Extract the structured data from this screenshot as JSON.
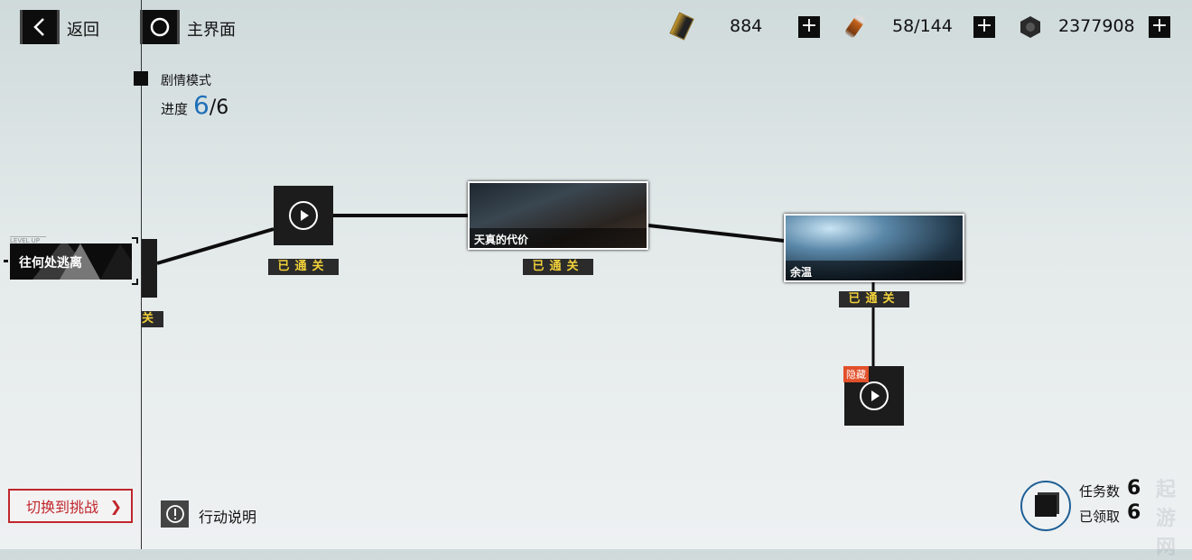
{
  "nav": {
    "back_label": "返回",
    "home_label": "主界面"
  },
  "resources": [
    {
      "icon": "gold-card-icon",
      "value": "884"
    },
    {
      "icon": "battery-icon",
      "value": "58/144"
    },
    {
      "icon": "hex-nut-icon",
      "value": "2377908"
    }
  ],
  "mode": {
    "title": "剧情模式",
    "progress_label": "进度",
    "progress_current": "6",
    "progress_total": "/6"
  },
  "chapter": {
    "level_tag": "LEVEL UP",
    "title": "往何处逃离",
    "partial_status": "关"
  },
  "nodes": [
    {
      "type": "video",
      "status": "已通关"
    },
    {
      "type": "story",
      "title": "天真的代价",
      "status": "已通关"
    },
    {
      "type": "story",
      "title": "余温",
      "status": "已通关"
    },
    {
      "type": "video",
      "badge": "隐藏"
    }
  ],
  "bottom": {
    "switch_label": "切换到挑战",
    "switch_arrow": "❯",
    "help_label": "行动说明"
  },
  "tasks": {
    "count_label": "任务数",
    "count": "6",
    "claimed_label": "已领取",
    "claimed": "6"
  },
  "watermark": "起游网 Qieyou.com",
  "colors": {
    "accent_blue": "#1e6fb8",
    "status_yellow": "#f2d13a",
    "switch_red": "#c0262d",
    "badge_red": "#e2502a"
  }
}
